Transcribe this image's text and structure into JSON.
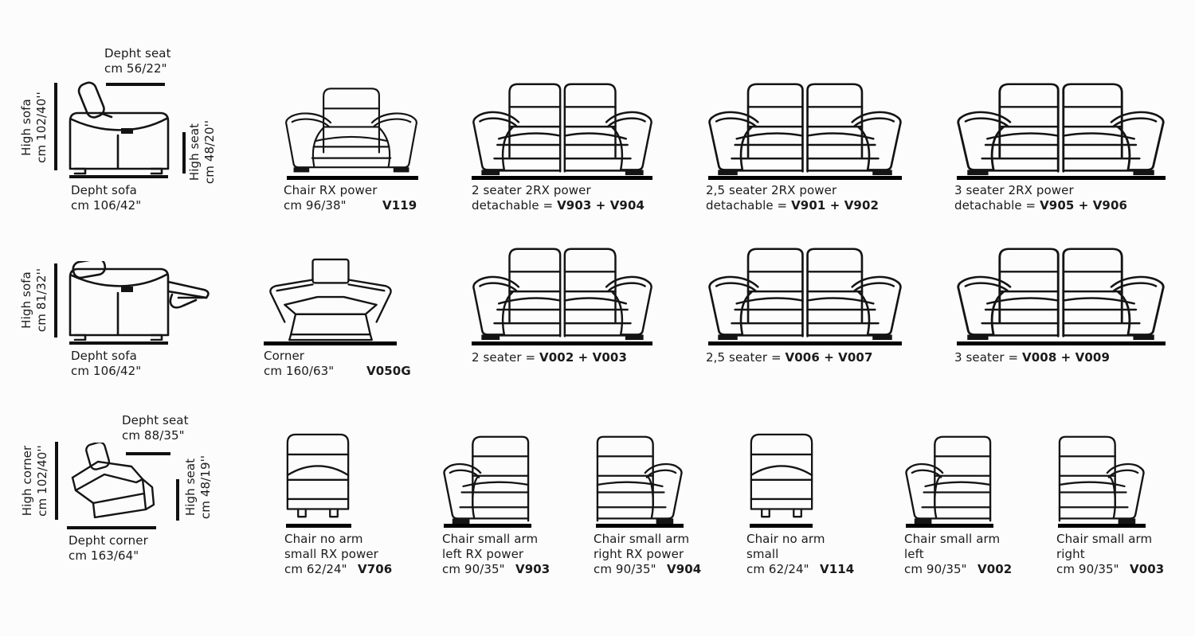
{
  "page": {
    "background": "#fcfcfc",
    "ink": "#141414",
    "bar_color": "#000000"
  },
  "figures": {
    "sofa_side": {
      "top1": "Depht seat",
      "top2": "cm 56/22\"",
      "left1": "High sofa",
      "left2": "cm 102/40''",
      "right1": "High seat",
      "right2": "cm 48/20''",
      "bottom1": "Depht sofa",
      "bottom2": "cm 106/42\""
    },
    "sofa_reclined": {
      "left1": "High sofa",
      "left2": "cm 81/32''",
      "bottom1": "Depht sofa",
      "bottom2": "cm 106/42\""
    },
    "corner_side": {
      "top1": "Depht seat",
      "top2": "cm 88/35\"",
      "left1": "High corner",
      "left2": "cm 102/40''",
      "right1": "High seat",
      "right2": "cm 48/19''",
      "bottom1": "Depht corner",
      "bottom2": "cm 163/64\""
    }
  },
  "products": {
    "chair_rx": {
      "name": "Chair RX power",
      "size": "cm 96/38\"",
      "code": "V119"
    },
    "seater2_rx": {
      "name": "2 seater 2RX power",
      "prefix": "detachable = ",
      "code": "V903 + V904"
    },
    "seater25_rx": {
      "name": "2,5 seater 2RX power",
      "prefix": "detachable = ",
      "code": "V901 + V902"
    },
    "seater3_rx": {
      "name": "3 seater 2RX power",
      "prefix": "detachable = ",
      "code": "V905 + V906"
    },
    "corner": {
      "name": "Corner",
      "size": "cm 160/63\"",
      "code": "V050G"
    },
    "seater2": {
      "prefix": "2 seater = ",
      "code": "V002 + V003"
    },
    "seater25": {
      "prefix": "2,5 seater = ",
      "code": "V006 + V007"
    },
    "seater3": {
      "prefix": "3 seater = ",
      "code": "V008 + V009"
    },
    "chair_noarm_rx": {
      "name1": "Chair no arm",
      "name2": "small RX power",
      "size": "cm 62/24\"",
      "code": "V706"
    },
    "chair_armleft_rx": {
      "name1": "Chair small arm",
      "name2": "left RX power",
      "size": "cm 90/35\"",
      "code": "V903"
    },
    "chair_armright_rx": {
      "name1": "Chair small arm",
      "name2": "right RX power",
      "size": "cm 90/35\"",
      "code": "V904"
    },
    "chair_noarm": {
      "name1": "Chair no arm",
      "name2": "small",
      "size": "cm 62/24\"",
      "code": "V114"
    },
    "chair_armleft": {
      "name1": "Chair small arm",
      "name2": "left",
      "size": "cm 90/35\"",
      "code": "V002"
    },
    "chair_armright": {
      "name1": "Chair small arm",
      "name2": "right",
      "size": "cm 90/35\"",
      "code": "V003"
    }
  }
}
